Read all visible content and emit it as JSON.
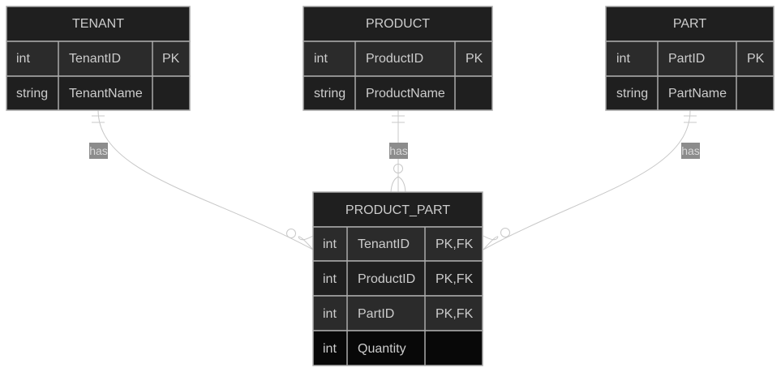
{
  "entities": {
    "tenant": {
      "name": "TENANT",
      "attributes": [
        {
          "type": "int",
          "name": "TenantID",
          "key": "PK"
        },
        {
          "type": "string",
          "name": "TenantName",
          "key": ""
        }
      ]
    },
    "product": {
      "name": "PRODUCT",
      "attributes": [
        {
          "type": "int",
          "name": "ProductID",
          "key": "PK"
        },
        {
          "type": "string",
          "name": "ProductName",
          "key": ""
        }
      ]
    },
    "part": {
      "name": "PART",
      "attributes": [
        {
          "type": "int",
          "name": "PartID",
          "key": "PK"
        },
        {
          "type": "string",
          "name": "PartName",
          "key": ""
        }
      ]
    },
    "product_part": {
      "name": "PRODUCT_PART",
      "attributes": [
        {
          "type": "int",
          "name": "TenantID",
          "key": "PK,FK"
        },
        {
          "type": "int",
          "name": "ProductID",
          "key": "PK,FK"
        },
        {
          "type": "int",
          "name": "PartID",
          "key": "PK,FK"
        },
        {
          "type": "int",
          "name": "Quantity",
          "key": ""
        }
      ]
    }
  },
  "relationships": [
    {
      "from": "TENANT",
      "to": "PRODUCT_PART",
      "label": "has",
      "from_cardinality": "exactly-one",
      "to_cardinality": "zero-or-more"
    },
    {
      "from": "PRODUCT",
      "to": "PRODUCT_PART",
      "label": "has",
      "from_cardinality": "exactly-one",
      "to_cardinality": "zero-or-more"
    },
    {
      "from": "PART",
      "to": "PRODUCT_PART",
      "label": "has",
      "from_cardinality": "exactly-one",
      "to_cardinality": "zero-or-more"
    }
  ],
  "colors": {
    "header": "#1f1f1f",
    "row_odd": "#2b2b2b",
    "row_even": "#1f1f1f",
    "row_dark": "#080808",
    "border": "#aaaaaa",
    "text": "#cccccc",
    "line": "#c8c8c8",
    "label_bg": "#8c8c8c"
  }
}
